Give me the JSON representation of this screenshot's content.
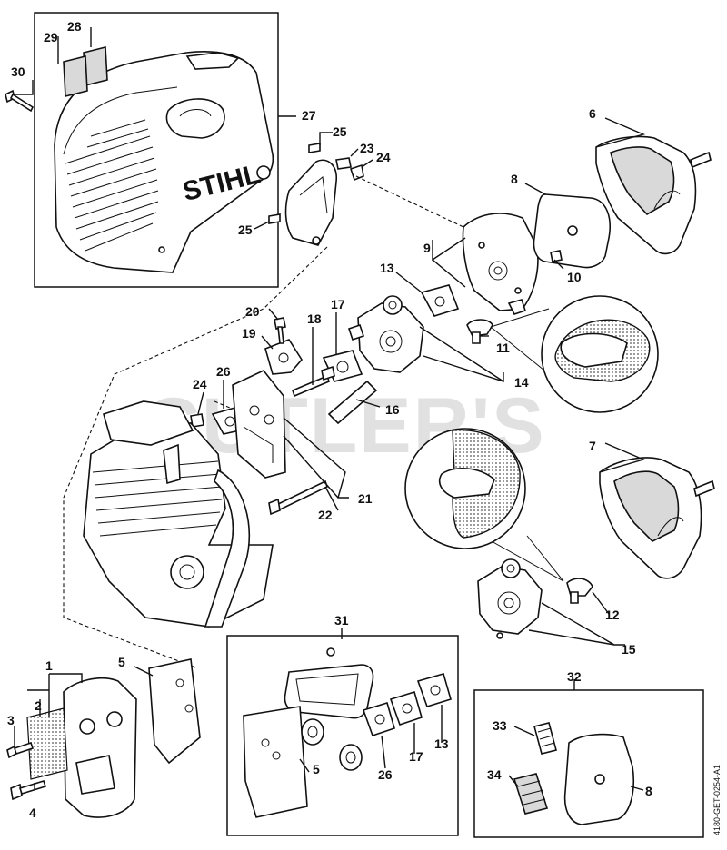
{
  "brand": "STIHL",
  "watermark": "CUTLER'S",
  "reference_code": "4180-GET-0254-A1",
  "labels": {
    "p1": "1",
    "p2": "2",
    "p3": "3",
    "p4": "4",
    "p5a": "5",
    "p5b": "5",
    "p6": "6",
    "p7": "7",
    "p8a": "8",
    "p8b": "8",
    "p9": "9",
    "p10": "10",
    "p11": "11",
    "p12": "12",
    "p13a": "13",
    "p13b": "13",
    "p14": "14",
    "p15": "15",
    "p16": "16",
    "p17a": "17",
    "p17b": "17",
    "p18": "18",
    "p19": "19",
    "p20": "20",
    "p21": "21",
    "p22": "22",
    "p23": "23",
    "p24a": "24",
    "p24b": "24",
    "p25a": "25",
    "p25b": "25",
    "p26a": "26",
    "p26b": "26",
    "p27": "27",
    "p28": "28",
    "p29": "29",
    "p30": "30",
    "p31": "31",
    "p32": "32",
    "p33": "33",
    "p34": "34"
  }
}
